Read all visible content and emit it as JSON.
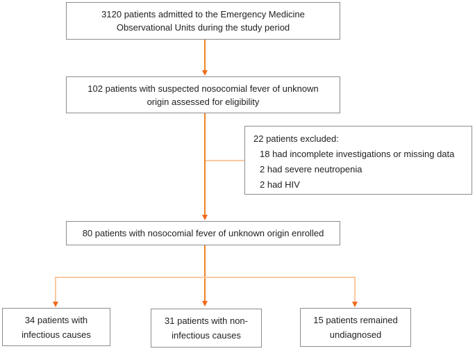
{
  "flowchart": {
    "boxes": {
      "admitted": {
        "lines": [
          "3120 patients admitted to the Emergency Medicine",
          "Observational Units during the study period"
        ]
      },
      "eligibility": {
        "lines": [
          "102 patients with suspected nosocomial fever of unknown",
          "origin assessed for eligibility"
        ]
      },
      "excluded": {
        "title": "22 patients excluded:",
        "items": [
          "18 had incomplete investigations or missing data",
          "2 had severe neutropenia",
          "2 had HIV"
        ]
      },
      "enrolled": {
        "text": "80 patients with nosocomial fever of unknown origin enrolled"
      },
      "infectious": {
        "lines": [
          "34 patients with",
          "infectious causes"
        ]
      },
      "noninfectious": {
        "lines": [
          "31 patients with non-",
          "infectious causes"
        ]
      },
      "undiagnosed": {
        "lines": [
          "15 patients remained",
          "undiagnosed"
        ]
      }
    },
    "colors": {
      "arrow_line": "#f08124",
      "arrow_head": "#ee6a1c",
      "branch_line": "#f9c89f",
      "box_border": "#8c8c8c",
      "text": "#212121"
    }
  }
}
